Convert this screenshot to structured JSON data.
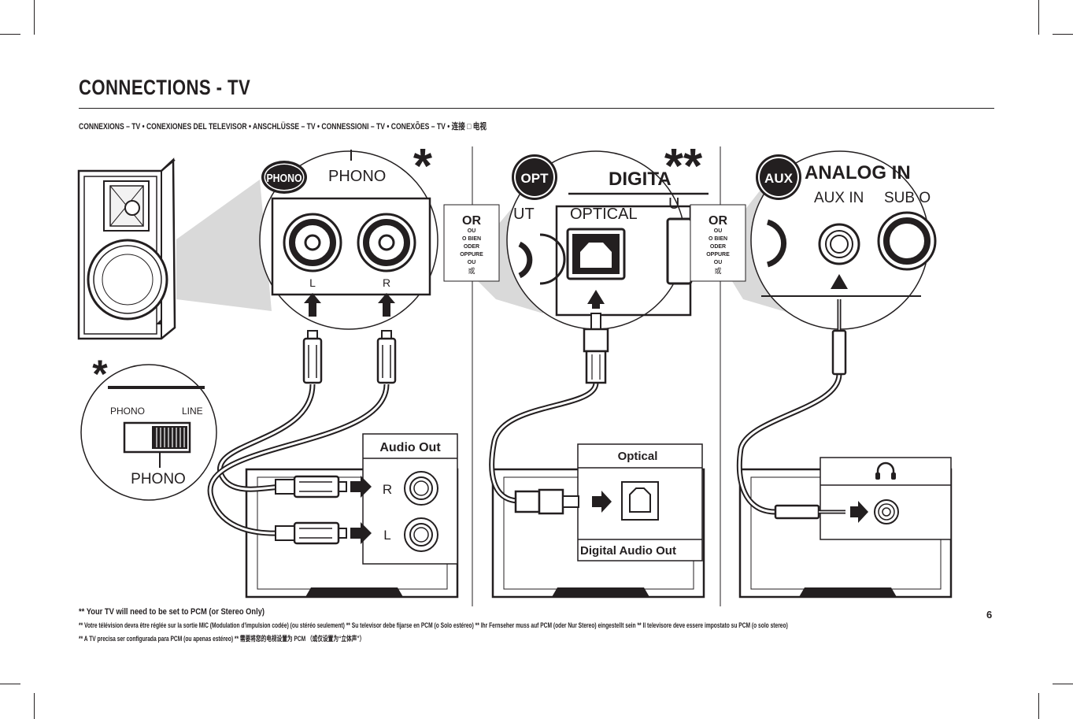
{
  "page": {
    "title": "CONNECTIONS - TV",
    "subtitle": "CONNEXIONS – TV  • CONEXIONES DEL TELEVISOR   • ANSCHLÜSSE – TV  •  CONNESSIONI – TV  •  CONEXÕES – TV  •  连接 □ 电视",
    "page_number": "6"
  },
  "notes": {
    "line1": "** Your TV will need to be set to PCM (or Stereo Only)",
    "line2": "** Votre télévision devra être réglée sur la sortie MIC (Modulation d'impulsion codée) (ou stéréo seulement)  ** Su televisor debe fijarse en PCM (o Solo estéreo)  ** Ihr Fernseher muss auf PCM (oder Nur Stereo) eingestellt sein  ** Il televisore deve essere impostato su PCM (o solo stereo)",
    "line3": "** A TV precisa ser configurada para PCM (ou apenas estéreo)  ** 需要将您的电视设置为 PCM （或仅设置为“立体声”）"
  },
  "panel_phono": {
    "badge": "PHONO",
    "label": "PHONO",
    "jack_l": "L",
    "jack_r": "R",
    "asterisk": "*",
    "switch_asterisk": "*",
    "switch_left": "PHONO",
    "switch_right": "LINE",
    "switch_caption": "PHONO",
    "tv_panel_title": "Audio Out",
    "tv_jack_r": "R",
    "tv_jack_l": "L"
  },
  "or_box": {
    "main": "OR",
    "lines": [
      "OU",
      "O BIEN",
      "ODER",
      "OPPURE",
      "OU",
      "或"
    ]
  },
  "panel_optical": {
    "badge": "OPT",
    "heading": "DIGITA",
    "left_fragment": "UT",
    "port_label": "OPTICAL",
    "right_fragment": "U",
    "asterisk": "**",
    "tv_panel_title": "Optical",
    "tv_panel_footer": "Digital Audio Out"
  },
  "panel_aux": {
    "badge": "AUX",
    "heading": "ANALOG IN",
    "port_label": "AUX IN",
    "sub_label": "SUB O"
  },
  "icons": [
    "speaker-icon",
    "headphones-icon",
    "arrow-up-icon",
    "arrow-right-icon",
    "optical-port-icon"
  ]
}
